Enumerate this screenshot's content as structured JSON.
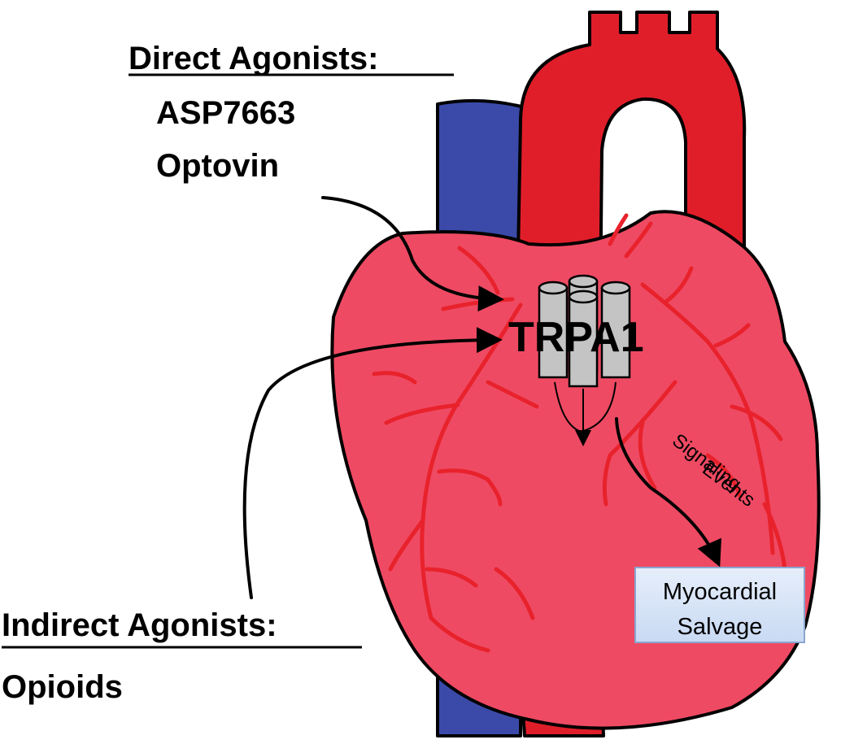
{
  "direct_agonists": {
    "heading": "Direct Agonists",
    "suffix": ":",
    "items": [
      "ASP7663",
      "Optovin"
    ]
  },
  "indirect_agonists": {
    "heading": "Indirect Agonists",
    "suffix": ":",
    "items": [
      "Opioids"
    ]
  },
  "channel": {
    "label": "TRPA1"
  },
  "signaling": {
    "line1": "Signaling",
    "line2": "Events"
  },
  "outcome": {
    "line1": "Myocardial",
    "line2": "Salvage"
  },
  "colors": {
    "aorta_red": "#e01e2a",
    "vena_cava_blue": "#3b4aa8",
    "heart_pink": "#ef4a63",
    "vessel_red": "#e8222c",
    "channel_gray": "#c4c4c4",
    "outcome_box_fill": "#d8e6f8",
    "outcome_box_border": "#8aa6cf"
  },
  "icons": {
    "heart": "heart-illustration",
    "channel": "ion-channel-cylinders",
    "vena_cava": "vena-cava-vessel",
    "aorta": "aorta-arch-vessel"
  }
}
